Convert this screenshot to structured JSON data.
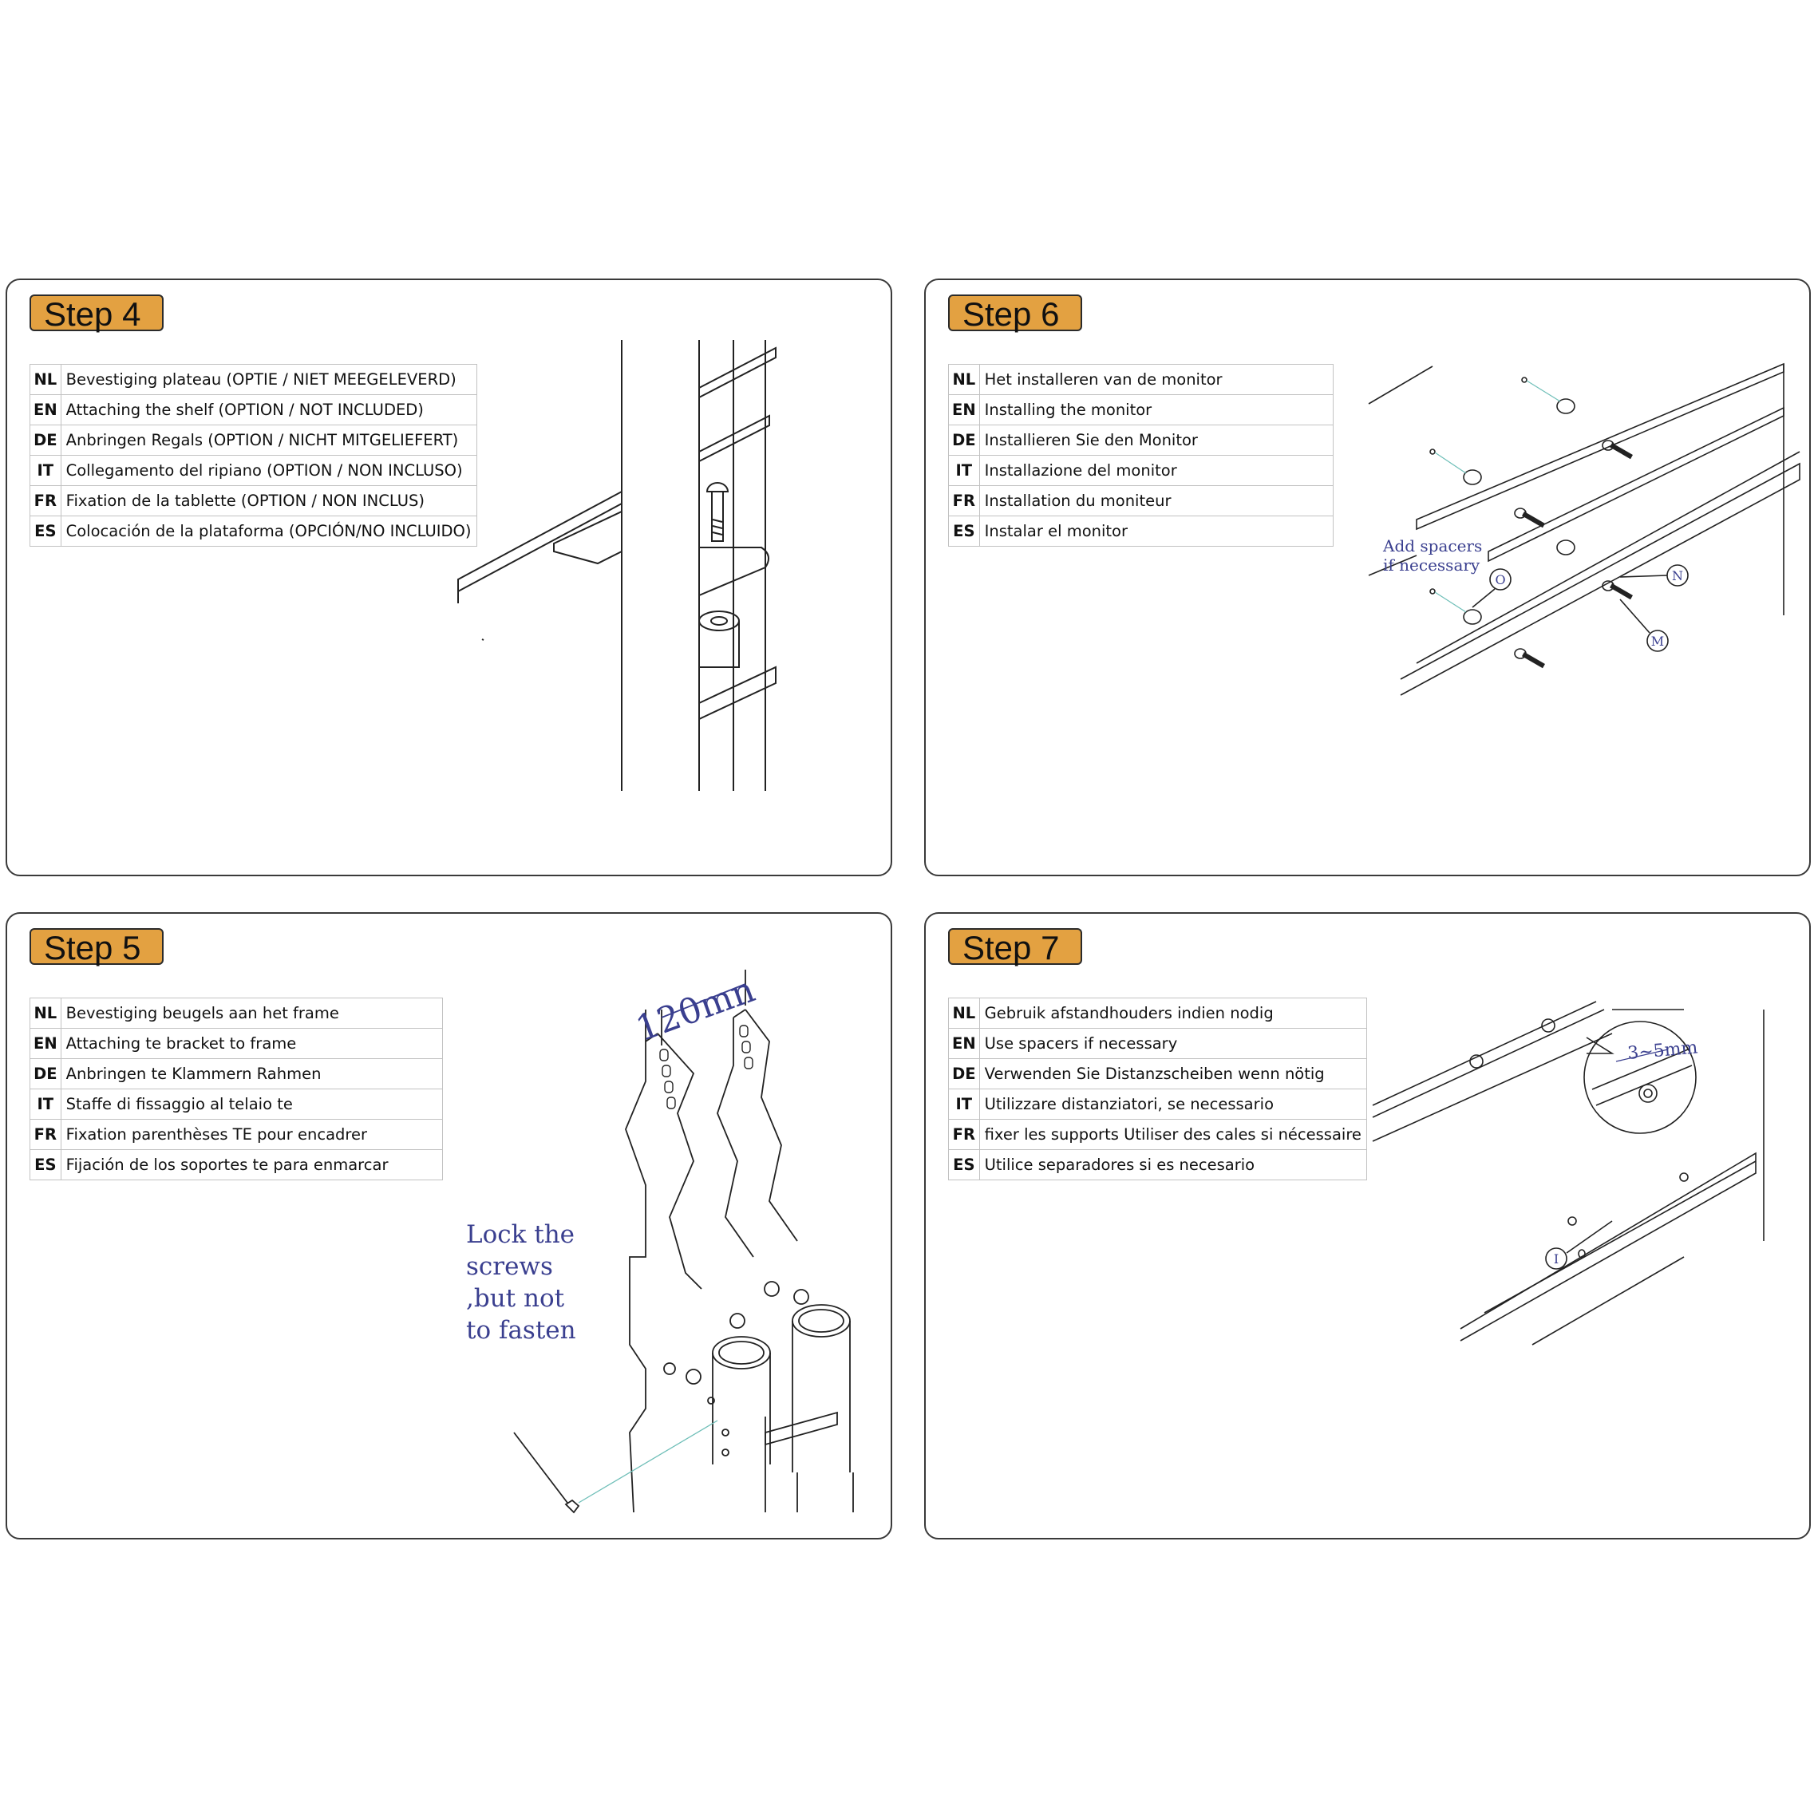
{
  "steps": {
    "step4": {
      "title": "Step 4",
      "rows": [
        {
          "code": "NL",
          "text": "Bevestiging plateau (OPTIE / NIET MEEGELEVERD)"
        },
        {
          "code": "EN",
          "text": "Attaching the shelf (OPTION / NOT INCLUDED)"
        },
        {
          "code": "DE",
          "text": "Anbringen Regals (OPTION / NICHT MITGELIEFERT)"
        },
        {
          "code": "IT",
          "text": "Collegamento del ripiano (OPTION / NON INCLUSO)"
        },
        {
          "code": "FR",
          "text": "Fixation de la tablette (OPTION / NON INCLUS)"
        },
        {
          "code": "ES",
          "text": "Colocación de la plataforma (OPCIÓN/NO INCLUIDO)"
        }
      ]
    },
    "step6": {
      "title": "Step 6",
      "rows": [
        {
          "code": "NL",
          "text": "Het installeren van de monitor"
        },
        {
          "code": "EN",
          "text": "Installing the monitor"
        },
        {
          "code": "DE",
          "text": "Installieren Sie den Monitor"
        },
        {
          "code": "IT",
          "text": "Installazione del monitor"
        },
        {
          "code": "FR",
          "text": "Installation du moniteur"
        },
        {
          "code": "ES",
          "text": "Instalar el monitor"
        }
      ],
      "note_line1": "Add spacers",
      "note_line2": "if necessary",
      "callout_o": "O",
      "callout_n": "N",
      "callout_m": "M"
    },
    "step5": {
      "title": "Step 5",
      "rows": [
        {
          "code": "NL",
          "text": "Bevestiging beugels aan het frame"
        },
        {
          "code": "EN",
          "text": "Attaching te bracket to frame"
        },
        {
          "code": "DE",
          "text": "Anbringen te Klammern Rahmen"
        },
        {
          "code": "IT",
          "text": "Staffe di fissaggio al telaio te"
        },
        {
          "code": "FR",
          "text": "Fixation parenthèses TE pour encadrer"
        },
        {
          "code": "ES",
          "text": "Fijación de los soportes te para enmarcar"
        }
      ],
      "dimension": "120mn",
      "note_line1": "Lock the",
      "note_line2": "screws",
      "note_line3": ",but not",
      "note_line4": "to fasten"
    },
    "step7": {
      "title": "Step 7",
      "rows": [
        {
          "code": "NL",
          "text": "Gebruik afstandhouders indien nodig"
        },
        {
          "code": "EN",
          "text": "Use spacers if necessary"
        },
        {
          "code": "DE",
          "text": "Verwenden Sie Distanzscheiben wenn nötig"
        },
        {
          "code": "IT",
          "text": "Utilizzare distanziatori, se necessario"
        },
        {
          "code": "FR",
          "text": "fixer les supports Utiliser des cales si nécessaire"
        },
        {
          "code": "ES",
          "text": "Utilice separadores si es necesario"
        }
      ],
      "dimension": "3~5mm",
      "callout_i": "I"
    }
  },
  "colors": {
    "badge_fill": "#e3a141",
    "panel_border": "#3a3a3a",
    "annotation_blue": "#3a3f8f",
    "leader_teal": "#6fbfb8"
  }
}
